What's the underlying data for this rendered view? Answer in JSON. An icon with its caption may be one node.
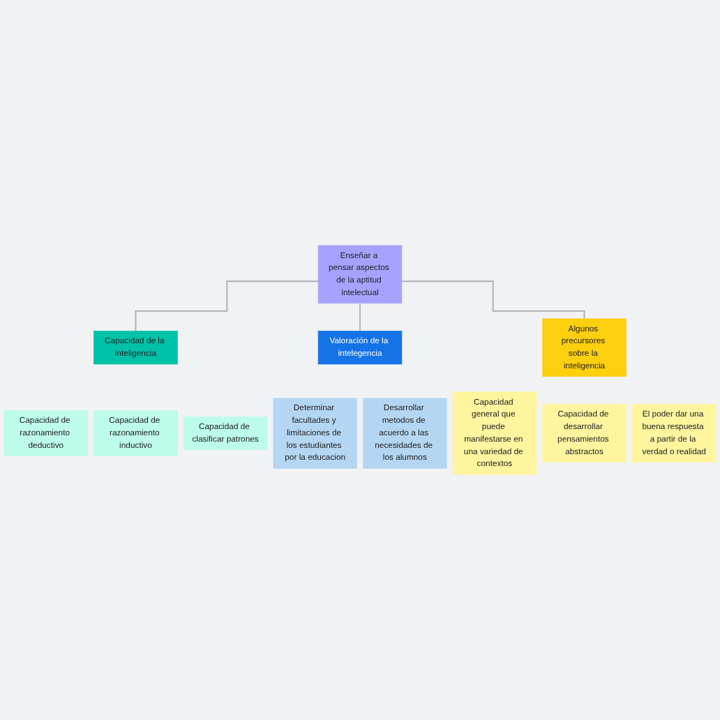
{
  "diagram": {
    "nodes": [
      {
        "text": [
          "Enseñar a pensar aspectos de la aptitud intelectual"
        ]
      },
      {
        "text": [
          "Capacidad de la inteligencia"
        ]
      },
      {
        "text": [
          "Valoración de la intelegencia"
        ]
      },
      {
        "text": [
          "Algunos precursores sobre la inteligencia"
        ]
      },
      {
        "text": [
          "Capacidad de razonamiento deductivo"
        ]
      },
      {
        "text": [
          "Capacidad de razonamiento inductivo"
        ]
      },
      {
        "text": [
          "Capacidad de clasificar patrones"
        ]
      },
      {
        "text": [
          "Determinar facultades y limitaciones de los estudiantes por la educacion"
        ]
      },
      {
        "text": [
          "Desarrollar metodos de acuerdo a las necesidades de los alumnos"
        ]
      },
      {
        "text": [
          "Capacidad general que puede manifestarse en una variedad de contextos"
        ]
      },
      {
        "text": [
          "Capacidad de desarrollar pensamientos abstractos"
        ]
      },
      {
        "text": [
          "El poder dar una buena respuesta a partir de la verdad o realidad"
        ]
      }
    ],
    "edges": [
      {
        "from": 0,
        "to": 1,
        "arrow": "none"
      },
      {
        "from": 0,
        "to": 2,
        "arrow": "none"
      },
      {
        "from": 0,
        "to": 3,
        "arrow": "none"
      }
    ]
  }
}
